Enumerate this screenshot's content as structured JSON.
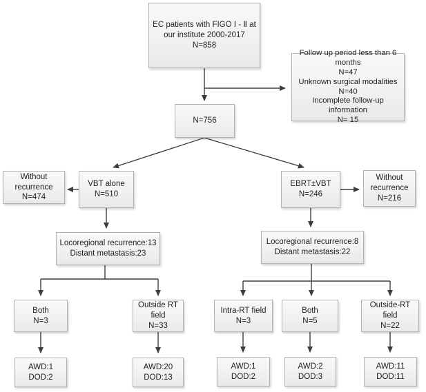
{
  "figure": {
    "type": "patient-flow-diagram",
    "description": "Flow of EC patients treated with VBT alone or EBRT±VBT"
  },
  "colors": {
    "background": "#ffffff",
    "box_fill_top": "#f9f9f9",
    "box_fill_bottom": "#e9e9e9",
    "box_border": "#b3b3b3",
    "arrow": "#3d3d3d",
    "text": "#1f1f1f"
  },
  "nodes": {
    "top": {
      "text": "EC patients with FIGO Ⅰ - Ⅱ at\nour institute 2000-2017\nN=858"
    },
    "exclusion": {
      "text": "Follow up period  less than 6\nmonths\nN=47\nUnknown surgical modalities\nN=40\nIncomplete follow-up information\nN= 15"
    },
    "eligible": {
      "text": "N=756"
    },
    "without_recurrence_left": {
      "text": "Without\nrecurrence\nN=474"
    },
    "vbt_alone": {
      "text": "VBT alone\nN=510"
    },
    "ebrt_vbt": {
      "text": "EBRT±VBT\nN=246"
    },
    "without_recurrence_right": {
      "text": "Without\nrecurrence\nN=216"
    },
    "recurrence_left": {
      "text": "Locoregional recurrence:13\nDistant metastasis:23"
    },
    "recurrence_right": {
      "text": "Locoregional recurrence:8\nDistant metastasis:22"
    },
    "both_left": {
      "text": "Both\nN=3"
    },
    "outside_rt_left": {
      "text": "Outside RT\nfield\nN=33"
    },
    "intra_rt_field": {
      "text": "Intra-RT field\nN=3"
    },
    "both_right": {
      "text": "Both\nN=5"
    },
    "outside_rt_right": {
      "text": "Outside-RT\nfield\nN=22"
    },
    "outcome_both_left": {
      "text": "AWD:1\nDOD:2"
    },
    "outcome_outside_left": {
      "text": "AWD:20\nDOD:13"
    },
    "outcome_intra": {
      "text": "AWD:1\nDOD:2"
    },
    "outcome_both_right": {
      "text": "AWD:2\nDOD:3"
    },
    "outcome_outside_right": {
      "text": "AWD:11\nDOD:11"
    }
  }
}
